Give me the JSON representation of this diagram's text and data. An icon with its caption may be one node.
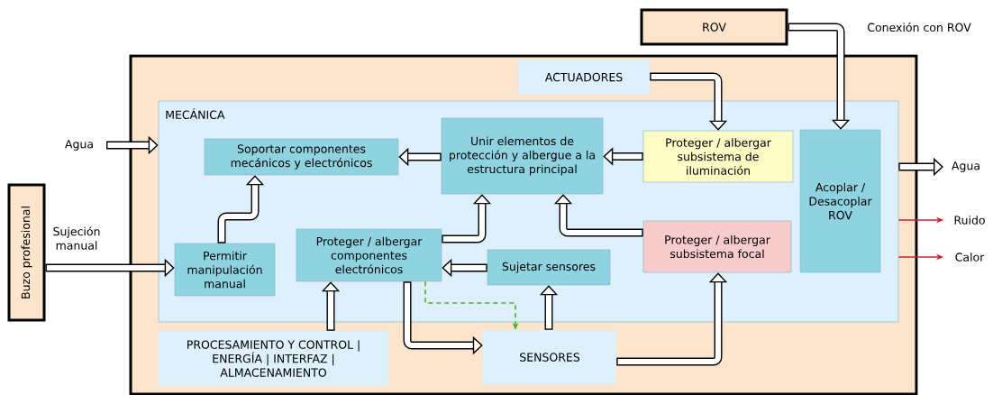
{
  "diagram": {
    "nodes": [
      {
        "text": [],
        "shape": "box"
      },
      {
        "text": [
          "MECÁNICA"
        ],
        "in": 0
      },
      {
        "text": [
          "ROV"
        ]
      },
      {
        "text": [
          "Buzo profesional"
        ]
      },
      {
        "text": [
          "ACTUADORES"
        ],
        "in": 0
      },
      {
        "text": [
          "Soportar componentes mecánicos y electrónicos"
        ],
        "in": 1
      },
      {
        "text": [
          "Unir elementos de protección y albergue a la estructura principal"
        ],
        "in": 1
      },
      {
        "text": [
          "Proteger / albergar subsistema de iluminación"
        ],
        "in": 1
      },
      {
        "text": [
          "Acoplar / Desacoplar ROV"
        ],
        "in": 1
      },
      {
        "text": [
          "Permitir manipulación manual"
        ],
        "in": 1
      },
      {
        "text": [
          "Proteger / albergar componentes electrónicos"
        ],
        "in": 1
      },
      {
        "text": [
          "Sujetar sensores"
        ],
        "in": 1
      },
      {
        "text": [
          "Proteger / albergar subsistema focal"
        ],
        "in": 1
      },
      {
        "text": [
          "PROCESAMIENTO Y CONTROL | ENERGÍA | INTERFAZ | ALMACENAMIENTO"
        ],
        "in": 0
      },
      {
        "text": [
          "SENSORES"
        ],
        "in": 0
      }
    ],
    "edges": [
      {
        "from": null,
        "to": 1,
        "arrow": "to",
        "label": "Agua"
      },
      {
        "from": 3,
        "to": 9,
        "arrow": "to",
        "label": "Sujeción manual"
      },
      {
        "from": 2,
        "to": 8,
        "arrow": "to",
        "label": "Conexión con ROV"
      },
      {
        "from": 4,
        "to": 7,
        "arrow": "to"
      },
      {
        "from": 7,
        "to": 6,
        "arrow": "to"
      },
      {
        "from": 6,
        "to": 5,
        "arrow": "to"
      },
      {
        "from": 9,
        "to": 5,
        "arrow": "to"
      },
      {
        "from": 10,
        "to": 6,
        "arrow": "to"
      },
      {
        "from": 12,
        "to": 6,
        "arrow": "to"
      },
      {
        "from": 11,
        "to": 10,
        "arrow": "to"
      },
      {
        "from": 13,
        "to": 10,
        "arrow": "to"
      },
      {
        "from": 10,
        "to": 14,
        "arrow": "to"
      },
      {
        "from": 10,
        "to": 14,
        "arrow": "to",
        "style": "dashed",
        "color": "#4caf2a"
      },
      {
        "from": 14,
        "to": 11,
        "arrow": "to"
      },
      {
        "from": 14,
        "to": 12,
        "arrow": "to"
      },
      {
        "from": 1,
        "to": null,
        "arrow": "to",
        "label": "Agua"
      },
      {
        "from": 1,
        "to": null,
        "arrow": "to",
        "label": "Ruido",
        "color": "#c0272d"
      },
      {
        "from": 1,
        "to": null,
        "arrow": "to",
        "label": "Calor",
        "color": "#c0272d"
      }
    ]
  }
}
